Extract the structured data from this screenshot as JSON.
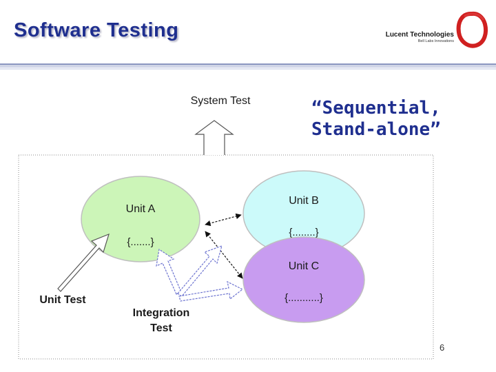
{
  "slide": {
    "title": "Software Testing",
    "logo": {
      "name": "Lucent Technologies",
      "tagline": "Bell Labs Innovations"
    },
    "quote_line1": "“Sequential,",
    "quote_line2": "Stand-alone”",
    "page_number": "6"
  },
  "diagram": {
    "system_test": "System Test",
    "units": [
      {
        "name": "Unit A",
        "code": "{.......}",
        "color": "#ccf5b8"
      },
      {
        "name": "Unit B",
        "code": "{........}",
        "color": "#ccfafa"
      },
      {
        "name": "Unit C",
        "code": "{...........}",
        "color": "#c89cf0"
      }
    ],
    "unit_test": "Unit Test",
    "integration_line1": "Integration",
    "integration_line2": "Test"
  }
}
